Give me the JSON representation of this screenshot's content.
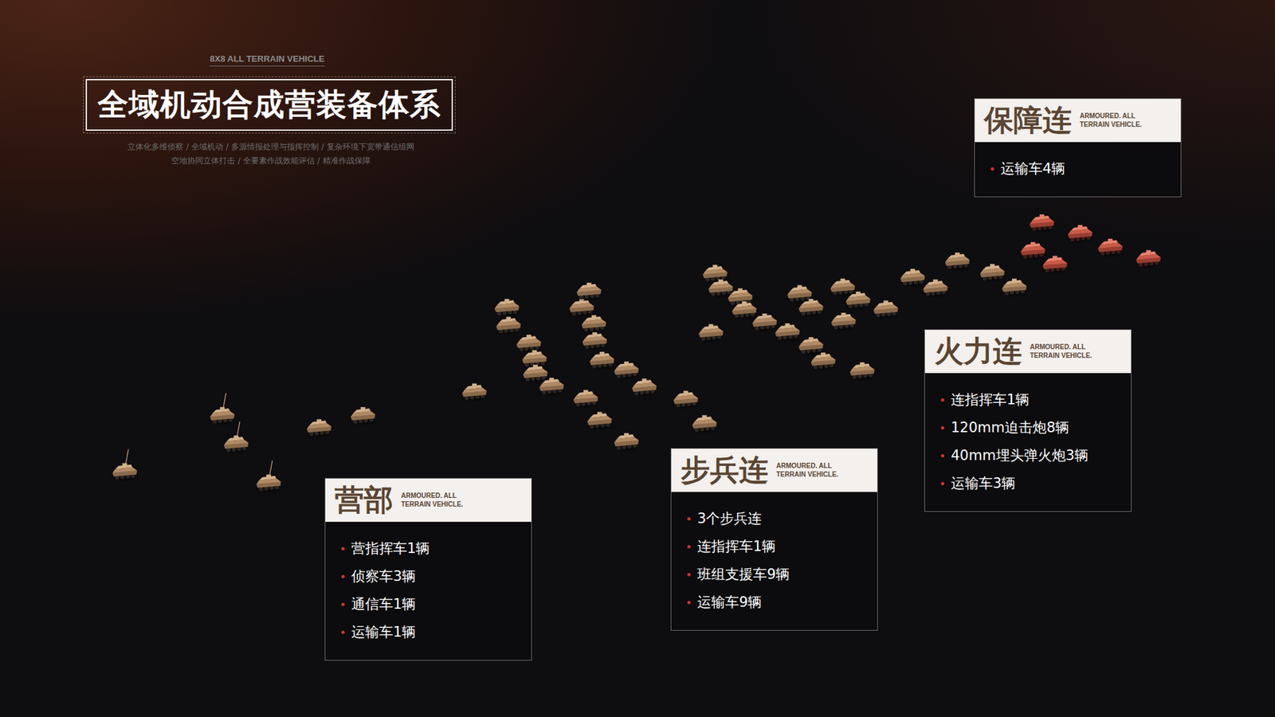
{
  "diagram": {
    "title": "全域机动合成营装备体系",
    "nodes": [
      {
        "text": [
          "营部",
          "ARMOURED. ALL TERRAIN VEHICLE.",
          "营指挥车1辆",
          "侦察车3辆",
          "通信车1辆",
          "运输车1辆"
        ]
      },
      {
        "text": [
          "步兵连",
          "ARMOURED. ALL TERRAIN VEHICLE.",
          "3个步兵连",
          "连指挥车1辆",
          "班组支援车9辆",
          "运输车9辆"
        ]
      },
      {
        "text": [
          "火力连",
          "ARMOURED. ALL TERRAIN VEHICLE.",
          "连指挥车1辆",
          "120mm迫击炮8辆",
          "40mm埋头弹火炮3辆",
          "运输车3辆"
        ]
      },
      {
        "text": [
          "保障连",
          "ARMOURED. ALL TERRAIN VEHICLE.",
          "运输车4辆"
        ]
      }
    ],
    "labels": [
      "8X8 ALL TERRAIN VEHICLE",
      "立体化多维侦察 / 全域机动 / 多源情报处理与指挥控制 / 复杂环境下宽带通信组网",
      "空地协同立体打击 / 全要素作战效能评估 / 精准作战保障"
    ]
  }
}
